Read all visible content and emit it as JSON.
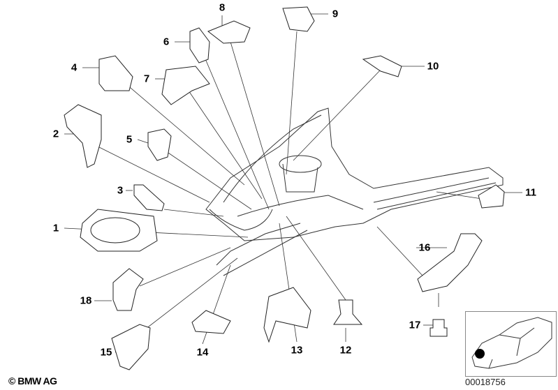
{
  "diagram": {
    "callouts": [
      "1",
      "2",
      "3",
      "4",
      "5",
      "6",
      "7",
      "8",
      "9",
      "10",
      "11",
      "12",
      "13",
      "14",
      "15",
      "16",
      "17",
      "18"
    ],
    "copyright": "© BMW AG",
    "diagram_number": "00018756",
    "locator_icon": "car-front-locator"
  }
}
